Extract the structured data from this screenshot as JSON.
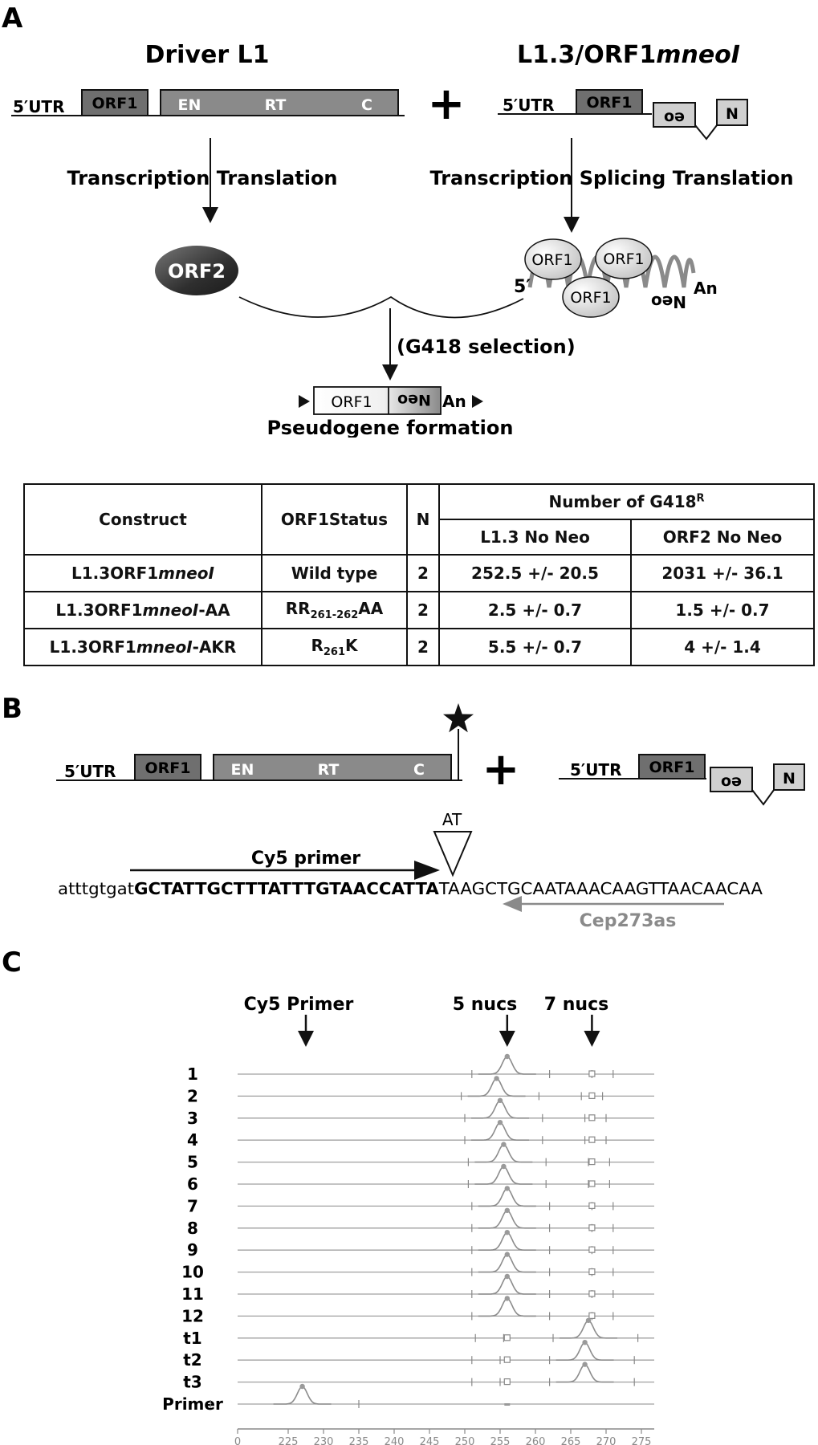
{
  "panelA": {
    "label": "A",
    "driver_title": "Driver L1",
    "reporter_title_prefix": "L1.3/ORF1",
    "reporter_title_italic": "mneoI",
    "utr": "5′UTR",
    "orf1": "ORF1",
    "en": "EN",
    "rt": "RT",
    "c": "C",
    "plus": "+",
    "neo_left": "oə",
    "neo_right": "N",
    "step_left": "Transcription Translation",
    "step_right": "Transcription Splicing Translation",
    "orf2": "ORF2",
    "five_prime": "5′",
    "an": "An",
    "neo_flipped": "Neo",
    "selection": "(G418 selection)",
    "pseudogene_orf1": "ORF1",
    "pseudogene_title": "Pseudogene formation"
  },
  "table": {
    "col_construct": "Construct",
    "col_status": "ORF1Status",
    "col_n": "N",
    "col_group": "Number of G418",
    "col_group_sup": "R",
    "col_l13": "L1.3 No Neo",
    "col_orf2": "ORF2 No Neo",
    "rows": [
      {
        "construct": "L1.3ORF1",
        "construct_italic": "mneoI",
        "construct_suffix": "",
        "status_main": "Wild type",
        "status_sub": "",
        "status_tail": "",
        "n": "2",
        "l13": "252.5 +/- 20.5",
        "orf2": "2031 +/- 36.1"
      },
      {
        "construct": "L1.3ORF1",
        "construct_italic": "mneoI",
        "construct_suffix": "-AA",
        "status_main": "RR",
        "status_sub": "261-262",
        "status_tail": "AA",
        "n": "2",
        "l13": "2.5 +/- 0.7",
        "orf2": "1.5 +/- 0.7"
      },
      {
        "construct": "L1.3ORF1",
        "construct_italic": "mneoI",
        "construct_suffix": "-AKR",
        "status_main": "R",
        "status_sub": "261",
        "status_tail": "K",
        "n": "2",
        "l13": "5.5 +/- 0.7",
        "orf2": "4 +/- 1.4"
      }
    ]
  },
  "panelB": {
    "label": "B",
    "utr": "5′UTR",
    "orf1": "ORF1",
    "en": "EN",
    "rt": "RT",
    "c": "C",
    "plus": "+",
    "neo_left": "oə",
    "neo_right": "N",
    "insertion": "AT",
    "primer_label": "Cy5 primer",
    "seq_lower": "atttgtgat",
    "seq_bold": "GCTATTGCTTTATTTGTAACCATTA",
    "seq_rest": "TAAGCTGCAATAAACAAGTTAACAACAA",
    "reverse_primer": "Cep273as"
  },
  "panelC": {
    "label": "C",
    "marker_primer": "Cy5 Primer",
    "marker_5": "5 nucs",
    "marker_7": "7 nucs",
    "lanes": [
      "1",
      "2",
      "3",
      "4",
      "5",
      "6",
      "7",
      "8",
      "9",
      "10",
      "11",
      "12",
      "t1",
      "t2",
      "t3",
      "Primer"
    ],
    "peaks": [
      256,
      254.5,
      255,
      255,
      255.5,
      255.5,
      256,
      256,
      256,
      256,
      256,
      256,
      267.5,
      267,
      267,
      227
    ],
    "x_ticks": [
      "0",
      "225",
      "230",
      "235",
      "240",
      "245",
      "250",
      "255",
      "260",
      "265",
      "270",
      "275"
    ]
  },
  "colors": {
    "box_dark": "#6f6f6f",
    "box_mid": "#8a8a8a",
    "neo_box": "#d0d0d0",
    "orf2_dark": "#2f2f2f",
    "trace": "#8c8c8c",
    "lane_line": "#a0a0a0",
    "grey_text": "#8a8a8a"
  }
}
